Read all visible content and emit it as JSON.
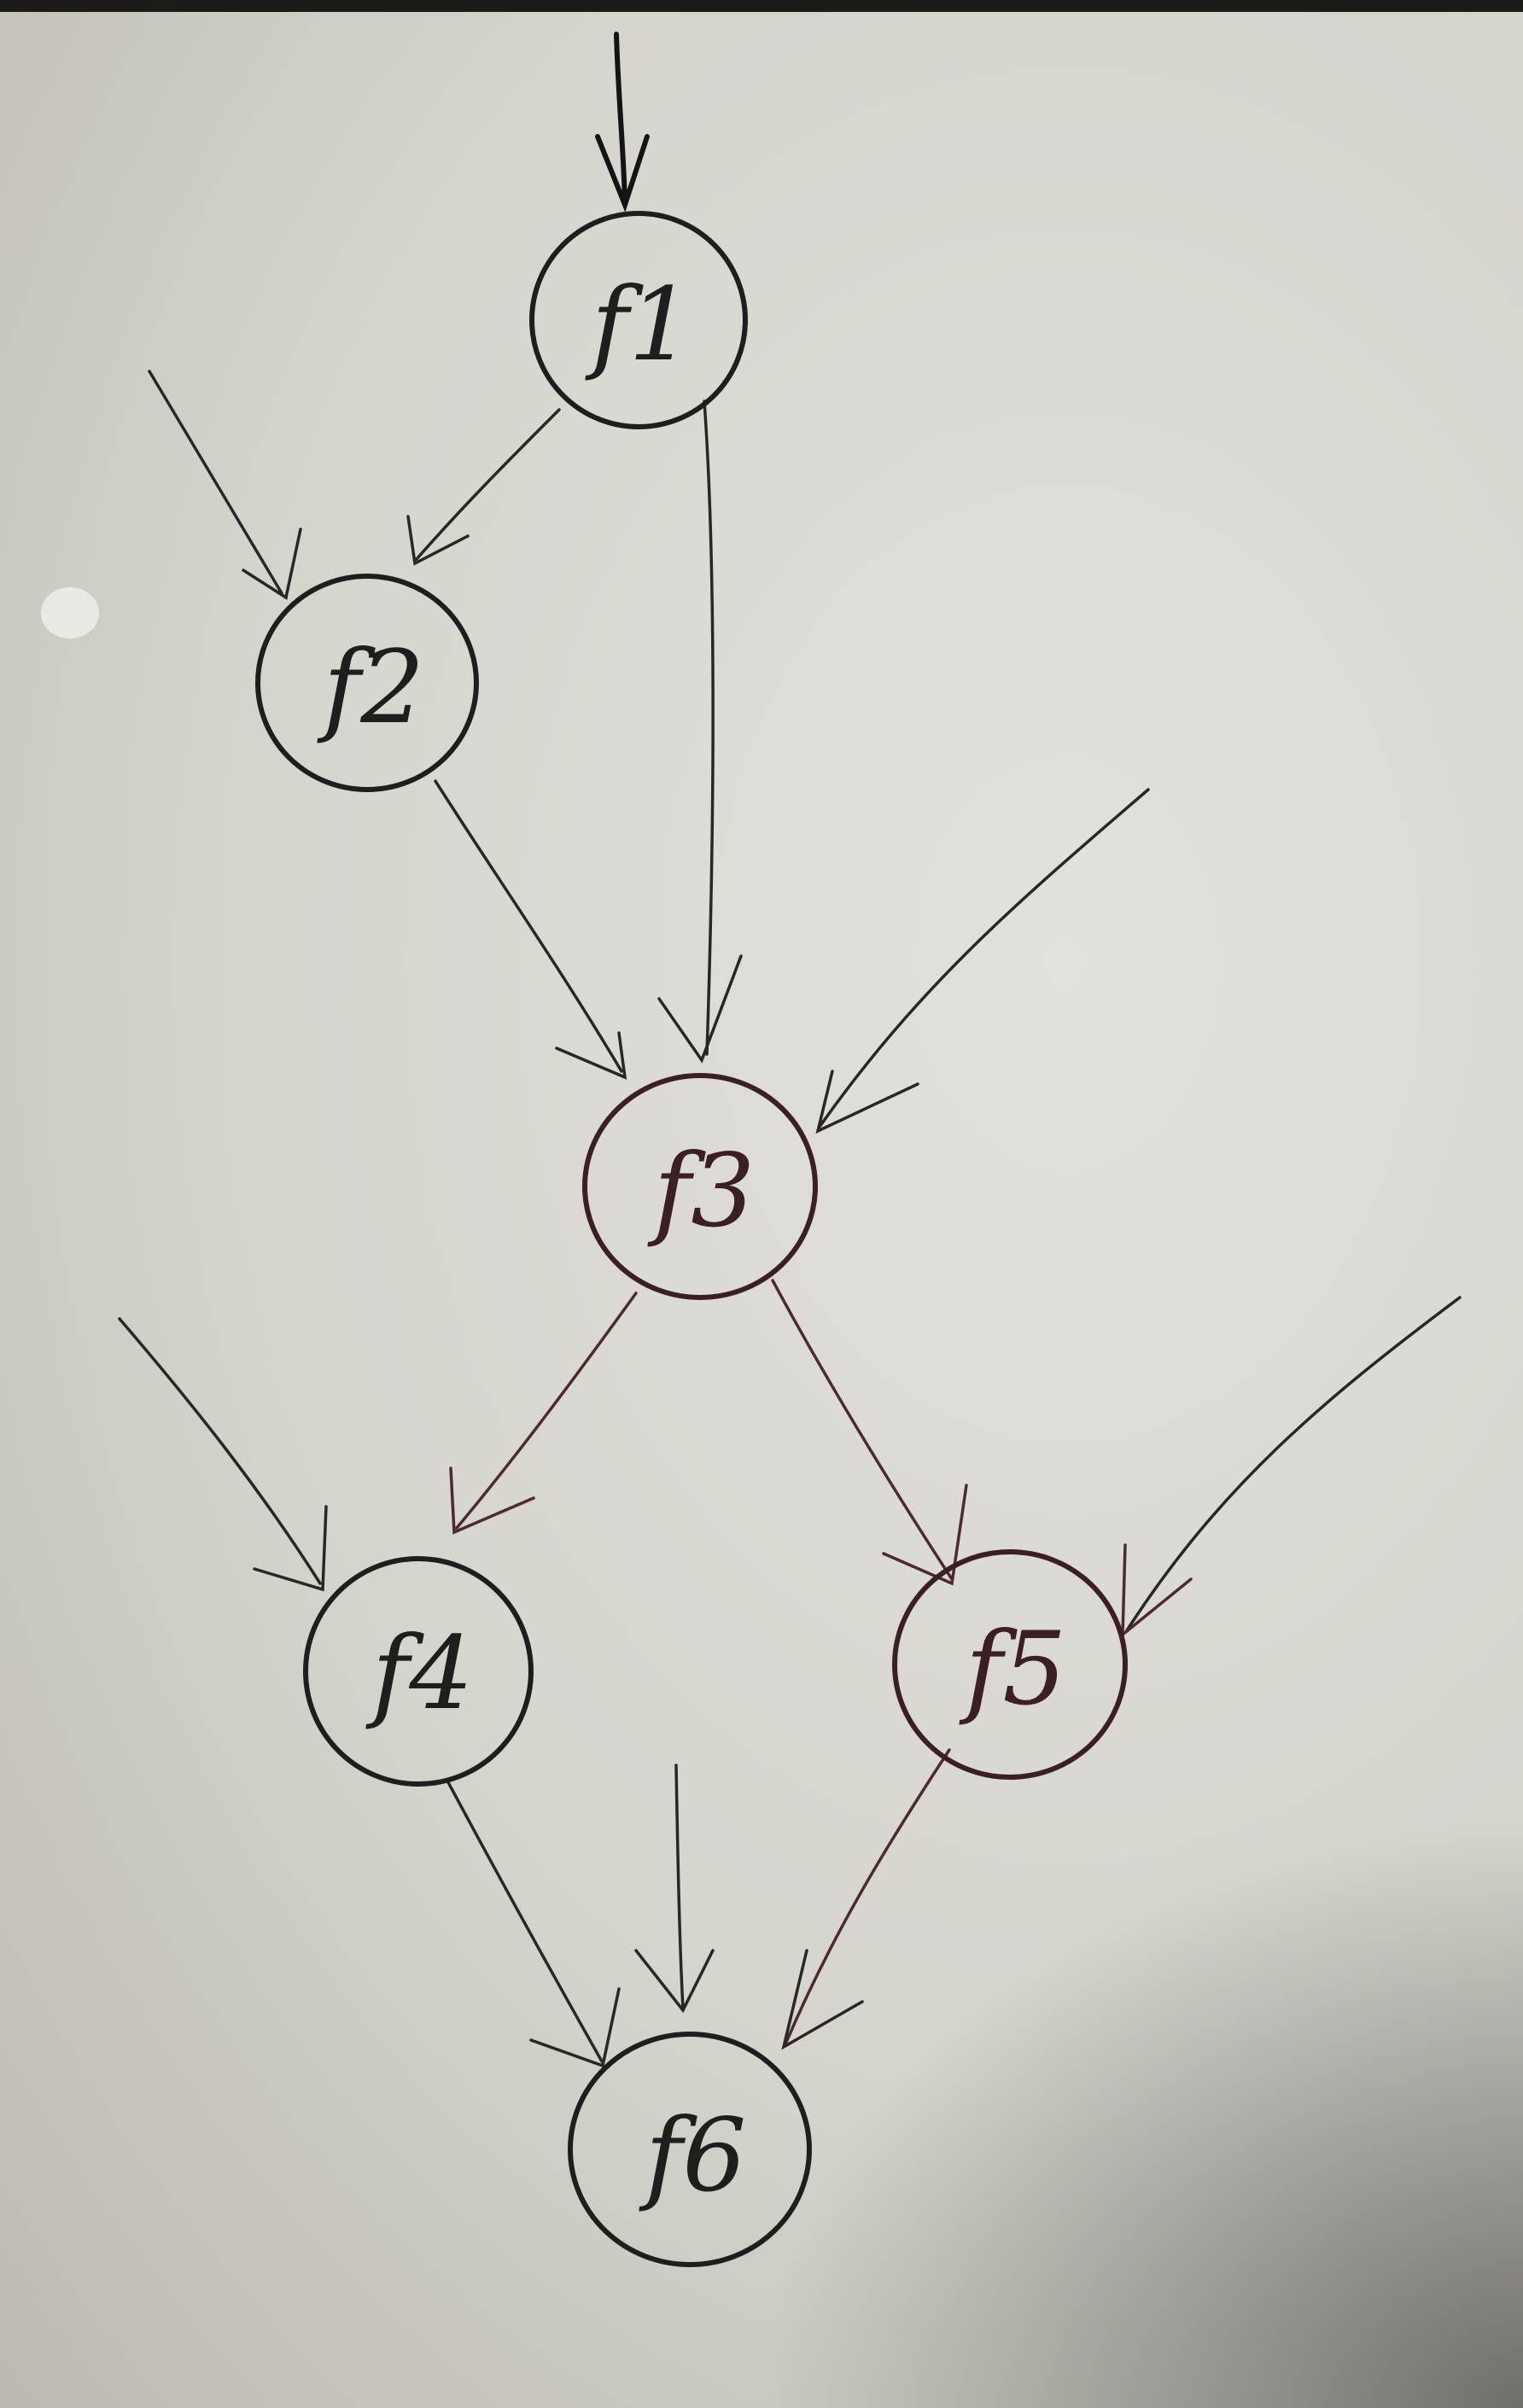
{
  "diagram": {
    "nodes": [
      {
        "id": "f1",
        "label": "f1"
      },
      {
        "id": "f2",
        "label": "f2"
      },
      {
        "id": "f3",
        "label": "f3"
      },
      {
        "id": "f4",
        "label": "f4"
      },
      {
        "id": "f5",
        "label": "f5"
      },
      {
        "id": "f6",
        "label": "f6"
      }
    ],
    "edges": [
      {
        "from": "",
        "to": "f1"
      },
      {
        "from": "",
        "to": "f2"
      },
      {
        "from": "f1",
        "to": "f2"
      },
      {
        "from": "f1",
        "to": "f3"
      },
      {
        "from": "f2",
        "to": "f3"
      },
      {
        "from": "",
        "to": "f3"
      },
      {
        "from": "f3",
        "to": "f4"
      },
      {
        "from": "f3",
        "to": "f5"
      },
      {
        "from": "",
        "to": "f4"
      },
      {
        "from": "",
        "to": "f5"
      },
      {
        "from": "f4",
        "to": "f6"
      },
      {
        "from": "f5",
        "to": "f6"
      },
      {
        "from": "",
        "to": "f6"
      }
    ]
  }
}
